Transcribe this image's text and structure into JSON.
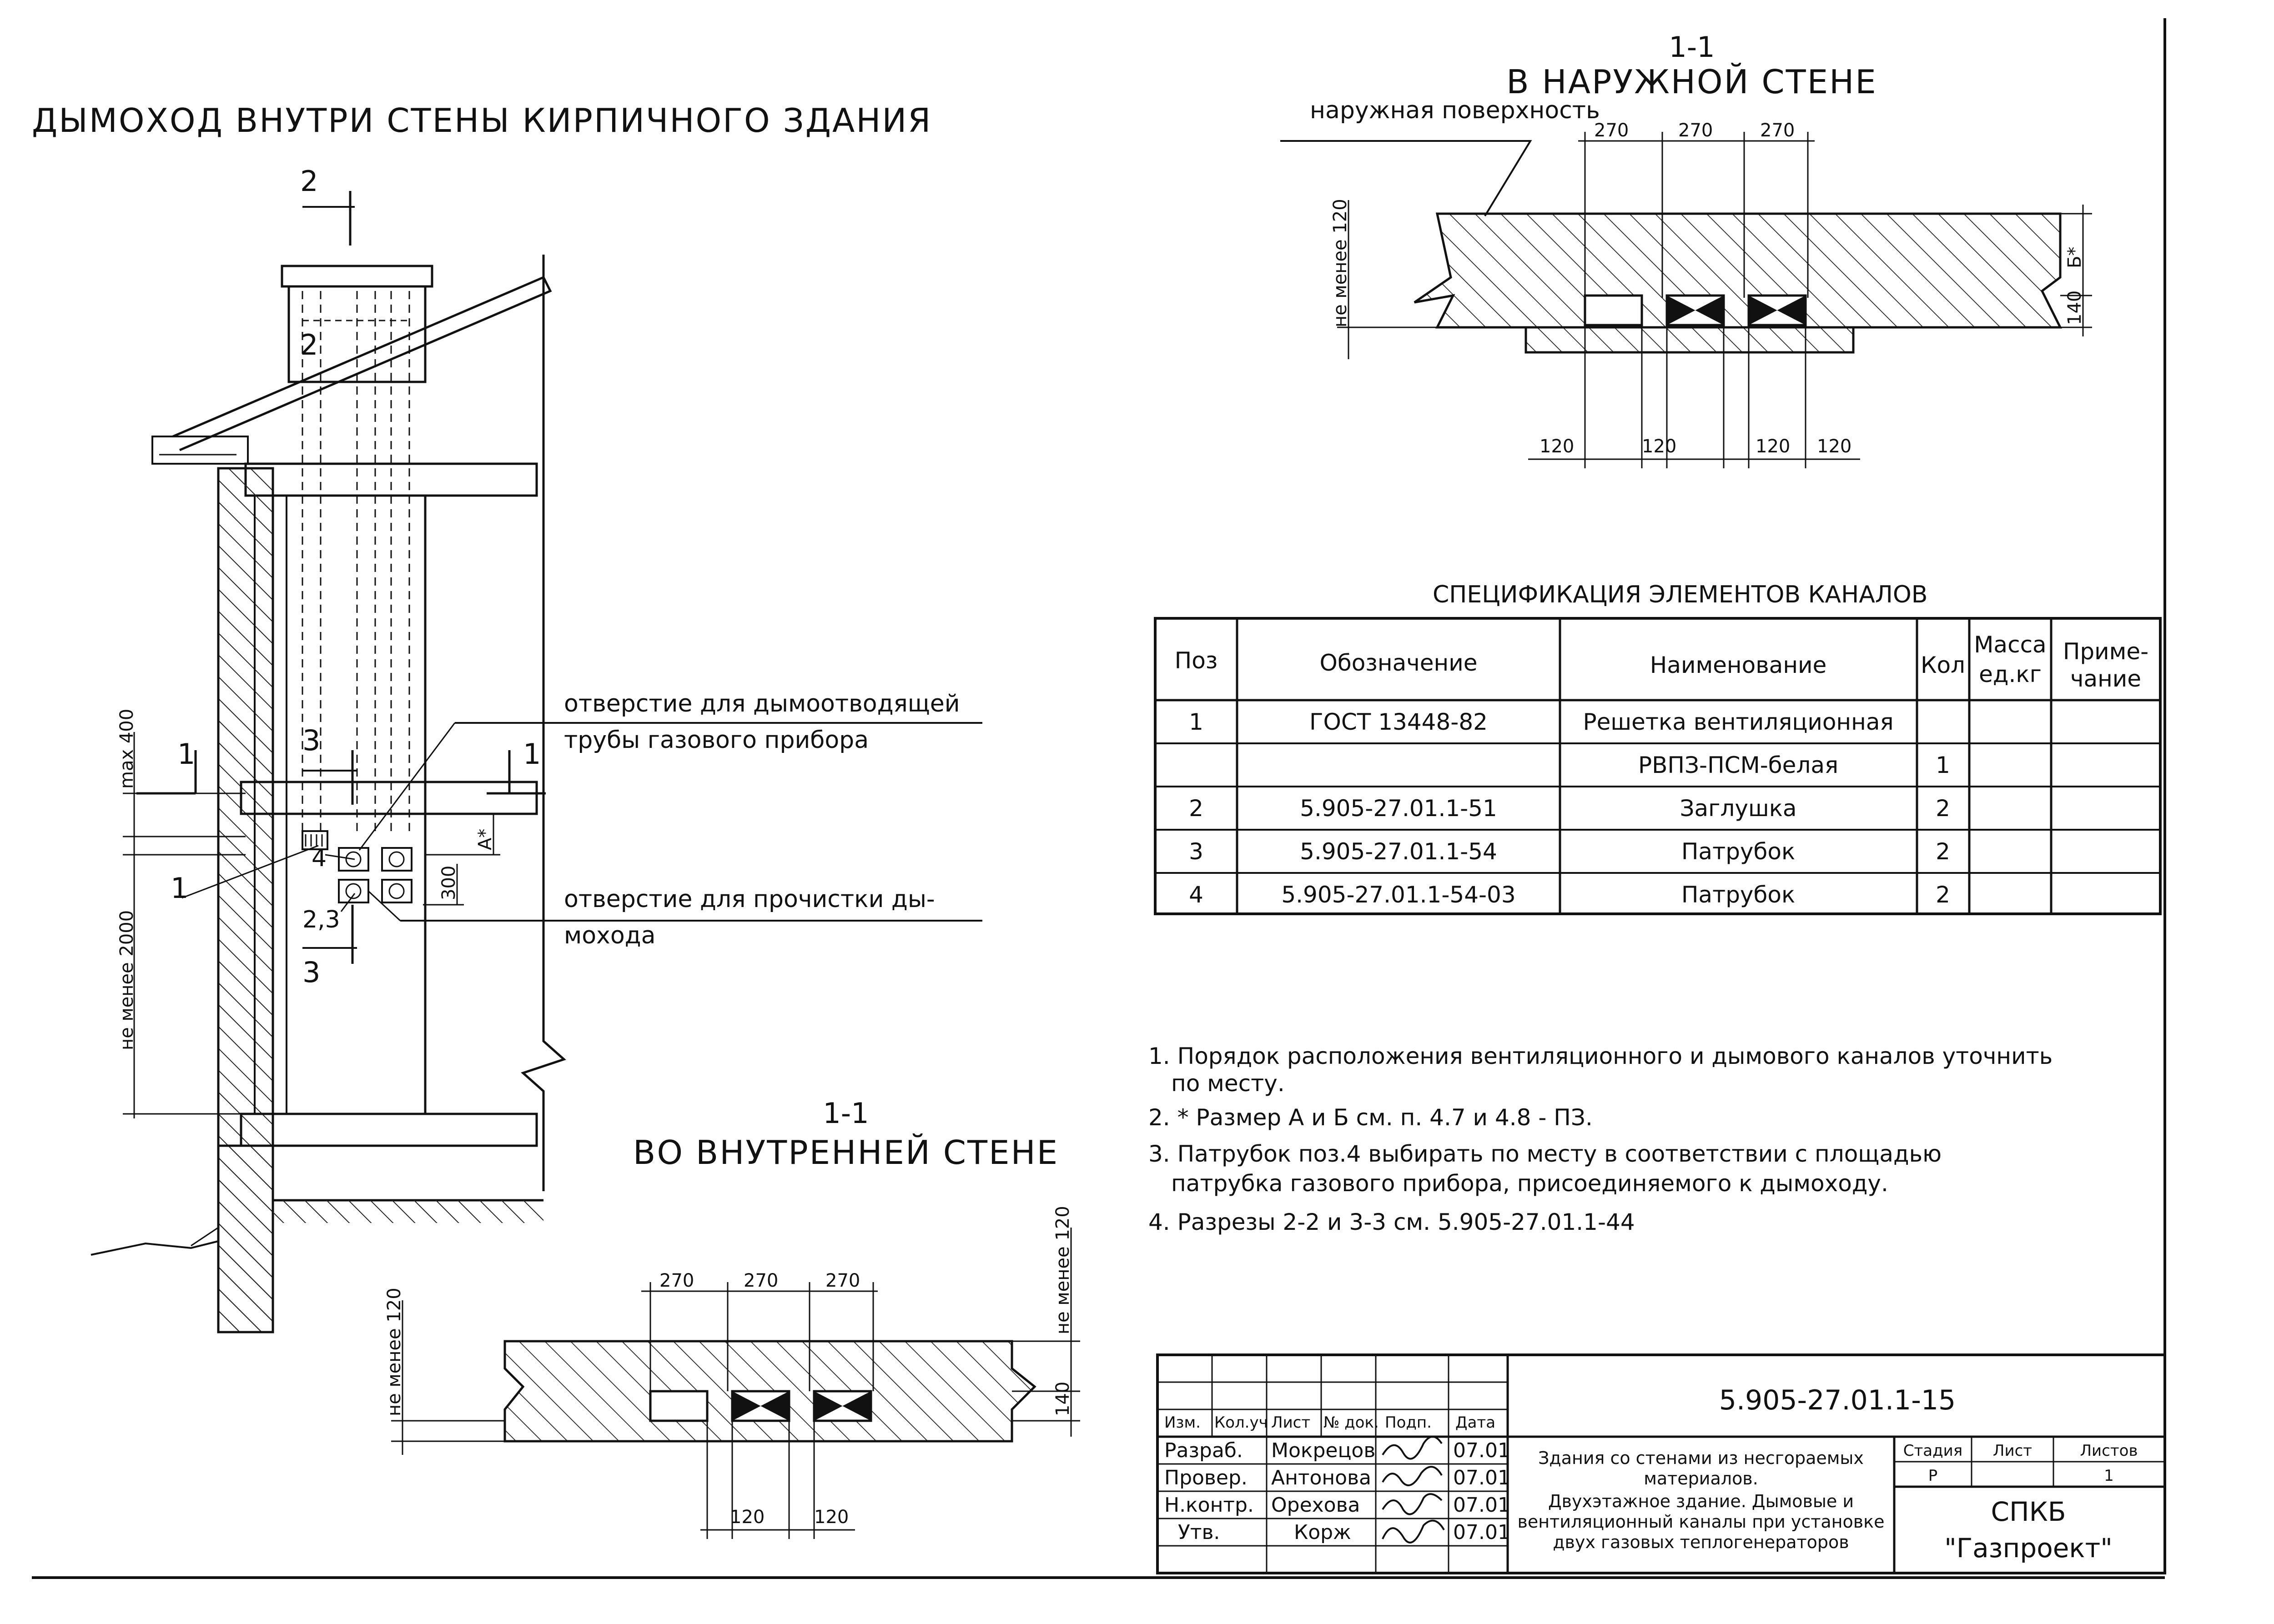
{
  "drawing": {
    "main_title": "ДЫМОХОД ВНУТРИ СТЕНЫ КИРПИЧНОГО ЗДАНИЯ",
    "elevation": {
      "section_2": "2",
      "section_1": "1",
      "section_3": "3",
      "pos_1": "1",
      "pos_4": "4",
      "pos_23": "2,3",
      "dim_max400": "max 400",
      "dim_min2000": "не менее 2000",
      "dim_A": "А*",
      "dim_300": "300",
      "callout_flue": [
        "отверстие для дымоотводящей",
        "трубы газового прибора"
      ],
      "callout_clean": [
        "отверстие для прочистки ды-",
        "мохода"
      ]
    },
    "section_outer": {
      "title_num": "1-1",
      "title": "В НАРУЖНОЙ СТЕНЕ",
      "surface_label": "наружная поверхность",
      "dim_270": [
        "270",
        "270",
        "270"
      ],
      "dim_120": [
        "120",
        "120",
        "120",
        "120"
      ],
      "dim_min120": "не менее 120",
      "dim_140": "140",
      "dim_B": "Б*"
    },
    "section_inner": {
      "title_num": "1-1",
      "title": "ВО ВНУТРЕННЕЙ СТЕНЕ",
      "dim_270": [
        "270",
        "270",
        "270"
      ],
      "dim_120": [
        "120",
        "120"
      ],
      "dim_min120_left": "не менее 120",
      "dim_min120_right": "не менее 120",
      "dim_140": "140"
    }
  },
  "spec": {
    "title": "СПЕЦИФИКАЦИЯ ЭЛЕМЕНТОВ КАНАЛОВ",
    "headers": {
      "pos": "Поз",
      "code": "Обозначение",
      "name": "Наименование",
      "qty": "Кол",
      "mass": [
        "Масса",
        "ед.кг"
      ],
      "note": [
        "Приме-",
        "чание"
      ]
    },
    "rows": [
      {
        "pos": "1",
        "code": "ГОСТ 13448-82",
        "name": "Решетка вентиляционная",
        "qty": ""
      },
      {
        "pos": "",
        "code": "",
        "name": "РВПЗ-ПСМ-белая",
        "qty": "1"
      },
      {
        "pos": "2",
        "code": "5.905-27.01.1-51",
        "name": "Заглушка",
        "qty": "2"
      },
      {
        "pos": "3",
        "code": "5.905-27.01.1-54",
        "name": "Патрубок",
        "qty": "2"
      },
      {
        "pos": "4",
        "code": "5.905-27.01.1-54-03",
        "name": "Патрубок",
        "qty": "2"
      }
    ]
  },
  "notes": [
    [
      "1. Порядок расположения вентиляционного и дымового каналов уточнить",
      "по месту."
    ],
    [
      "2. * Размер А и Б см. п. 4.7 и 4.8 - ПЗ."
    ],
    [
      "3. Патрубок поз.4 выбирать по месту в соответствии с площадью",
      "патрубка газового прибора, присоединяемого к дымоходу."
    ],
    [
      "4. Разрезы 2-2 и 3-3 см. 5.905-27.01.1-44"
    ]
  ],
  "stamp": {
    "doc_code": "5.905-27.01.1-15",
    "col_headers": [
      "Изм.",
      "Кол.уч",
      "Лист",
      "№ док.",
      "Подп.",
      "Дата"
    ],
    "roles": [
      {
        "role": "Разраб.",
        "name": "Мокрецов",
        "date": "07.01"
      },
      {
        "role": "Провер.",
        "name": "Антонова",
        "date": "07.01"
      },
      {
        "role": "Н.контр.",
        "name": "Орехова",
        "date": "07.01"
      },
      {
        "role": "Утв.",
        "name": "Корж",
        "date": "07.01"
      }
    ],
    "description": [
      "Здания со стенами из несгораемых",
      "материалов.",
      "Двухэтажное здание. Дымовые и",
      "вентиляционный каналы при установке",
      "двух газовых теплогенераторов"
    ],
    "stage_headers": [
      "Стадия",
      "Лист",
      "Листов"
    ],
    "stage": "Р",
    "sheet": "",
    "sheets": "1",
    "org": [
      "СПКБ",
      "\"Газпроект\""
    ]
  }
}
